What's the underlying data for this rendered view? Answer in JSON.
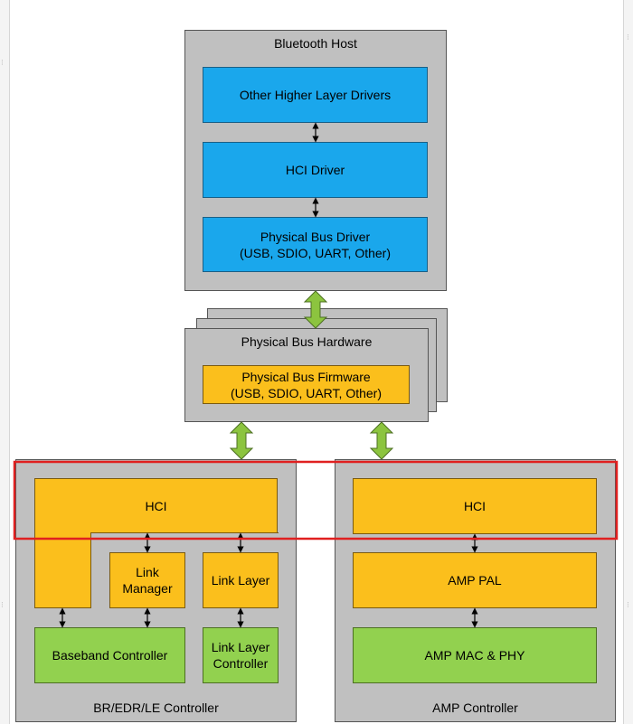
{
  "diagram": {
    "host": {
      "title": "Bluetooth Host",
      "blocks": [
        "Other Higher Layer Drivers",
        "HCI Driver",
        "Physical Bus Driver\n(USB, SDIO, UART, Other)"
      ]
    },
    "bus_hardware": {
      "title": "Physical Bus Hardware",
      "firmware": "Physical Bus Firmware\n(USB, SDIO, UART, Other)"
    },
    "br_edr_le_controller": {
      "title": "BR/EDR/LE Controller",
      "hci": "HCI",
      "link_manager": "Link\nManager",
      "link_layer": "Link Layer",
      "baseband": "Baseband Controller",
      "link_layer_controller": "Link Layer\nController"
    },
    "amp_controller": {
      "title": "AMP Controller",
      "hci": "HCI",
      "pal": "AMP PAL",
      "mac_phy": "AMP MAC & PHY"
    }
  },
  "colors": {
    "container_gray": "#c0c0c0",
    "host_blue": "#1aa7ec",
    "layer_orange": "#fbbf1c",
    "controller_green": "#92d14f",
    "bus_arrow_green": "#8cc43f",
    "highlight_red": "#e02020"
  }
}
